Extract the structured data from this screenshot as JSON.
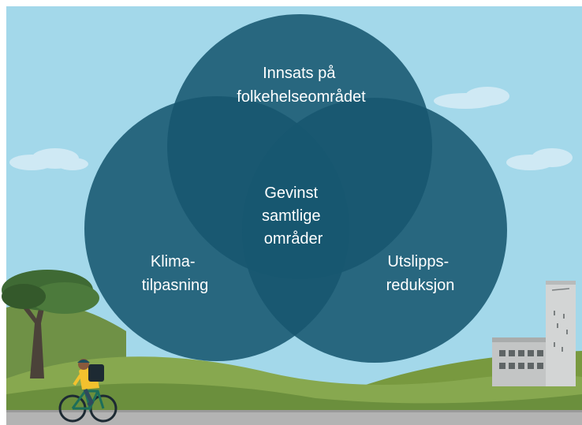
{
  "diagram": {
    "type": "venn",
    "sets": [
      {
        "id": "top",
        "label_lines": [
          "Innsats på",
          "folkehelseområdet"
        ]
      },
      {
        "id": "left",
        "label_lines": [
          "Klima-",
          "tilpasning"
        ]
      },
      {
        "id": "right",
        "label_lines": [
          "Utslipps-",
          "reduksjon"
        ]
      }
    ],
    "intersection": {
      "label_lines": [
        "Gevinst",
        "samtlige",
        "områder"
      ]
    }
  },
  "colors": {
    "sky": "#a3d8ea",
    "circle": "#17566f",
    "ground_light": "#87a84f",
    "ground_dark": "#5a7e3a",
    "road": "#b3b3b3",
    "building": "#c3c5c5",
    "cyclist_jacket": "#f2c12e"
  },
  "icons": [
    "tree-icon",
    "cyclist-icon",
    "building-icon",
    "tower-icon",
    "cloud-icon"
  ]
}
